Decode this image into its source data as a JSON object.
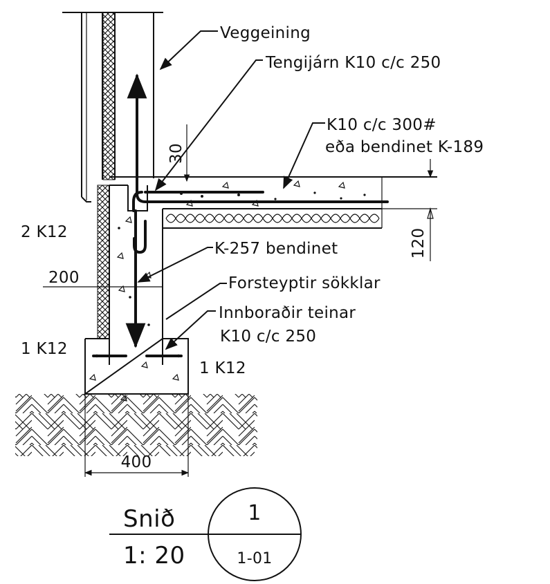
{
  "labels": {
    "veggeining": "Veggeining",
    "tengijarn": "Tengijárn K10 c/c 250",
    "k10_300_line1": "K10 c/c 300#",
    "k10_300_line2": "eða bendinet K-189",
    "k257": "K-257 bendinet",
    "forsteyptir": "Forsteyptir sökklar",
    "innboradir_line1": "Innboraðir teinar",
    "innboradir_line2": "K10 c/c 250",
    "bar_2k12": "2 K12",
    "bar_1k12_left": "1 K12",
    "bar_1k12_right": "1 K12"
  },
  "dimensions": {
    "dim_30": "30",
    "dim_120": "120",
    "dim_200": "200",
    "dim_400": "400"
  },
  "title_block": {
    "title": "Snið",
    "scale": "1: 20",
    "section_number": "1",
    "sheet_ref": "1-01"
  },
  "colors": {
    "ink": "#111111",
    "paper": "#ffffff"
  }
}
